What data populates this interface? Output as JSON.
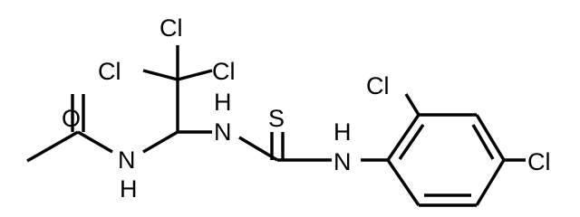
{
  "molecule": {
    "atoms": {
      "o": "O",
      "nh_left_n": "N",
      "nh_left_h": "H",
      "cl_top": "Cl",
      "cl_left": "Cl",
      "cl_right": "Cl",
      "nh_mid_h": "H",
      "nh_mid_n": "N",
      "s": "S",
      "nh_right_h": "H",
      "nh_right_n": "N",
      "cl_ortho": "Cl",
      "cl_para": "Cl"
    },
    "colors": {
      "ink": "#000000",
      "background": "#ffffff"
    }
  }
}
